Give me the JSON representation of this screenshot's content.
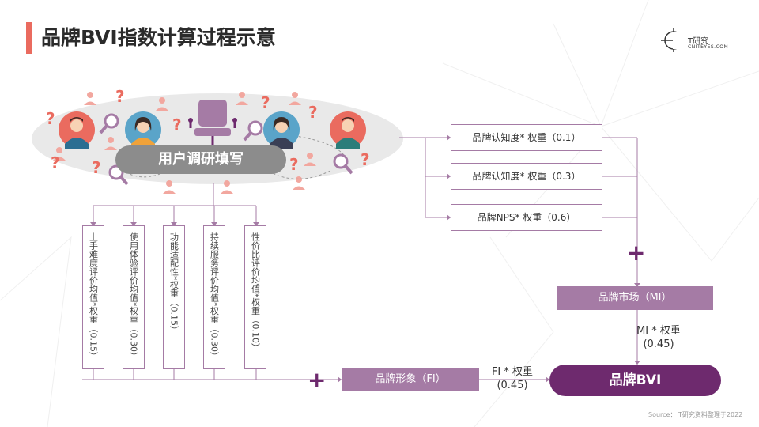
{
  "title": "品牌BVI指数计算过程示意",
  "logo": {
    "name": "T研究",
    "sub": "CNITEYES.COM"
  },
  "survey_label": "用户调研填写",
  "vertical_items": [
    "上手难度评价均值*权重（0.15）",
    "使用体验评价均值*权重（0.30）",
    "功能适配性*权重（0.15）",
    "持续服务评价均值*权重（0.30）",
    "性价比评价均值*权重（0.10）"
  ],
  "right_items": [
    "品牌认知度* 权重（0.1）",
    "品牌认知度* 权重（0.3）",
    "品牌NPS* 权重（0.6）"
  ],
  "mi_label": "品牌市场（MI）",
  "mi_weight_line1": "MI * 权重",
  "mi_weight_line2": "(0.45)",
  "fi_label": "品牌形象（FI）",
  "fi_weight_line1": "FI * 权重",
  "fi_weight_line2": "(0.45)",
  "bvi_label": "品牌BVI",
  "plus_symbol": "+",
  "question_mark": "?",
  "source": "Source： T研究资料整理于2022",
  "colors": {
    "accent": "#ea6b5f",
    "purple": "#a57ba5",
    "dark_purple": "#6e2a6e",
    "gray": "#8c8c8c"
  },
  "icons": [
    "user-avatar-icon",
    "magnifier-icon",
    "office-chair-icon",
    "question-mark-icon"
  ]
}
